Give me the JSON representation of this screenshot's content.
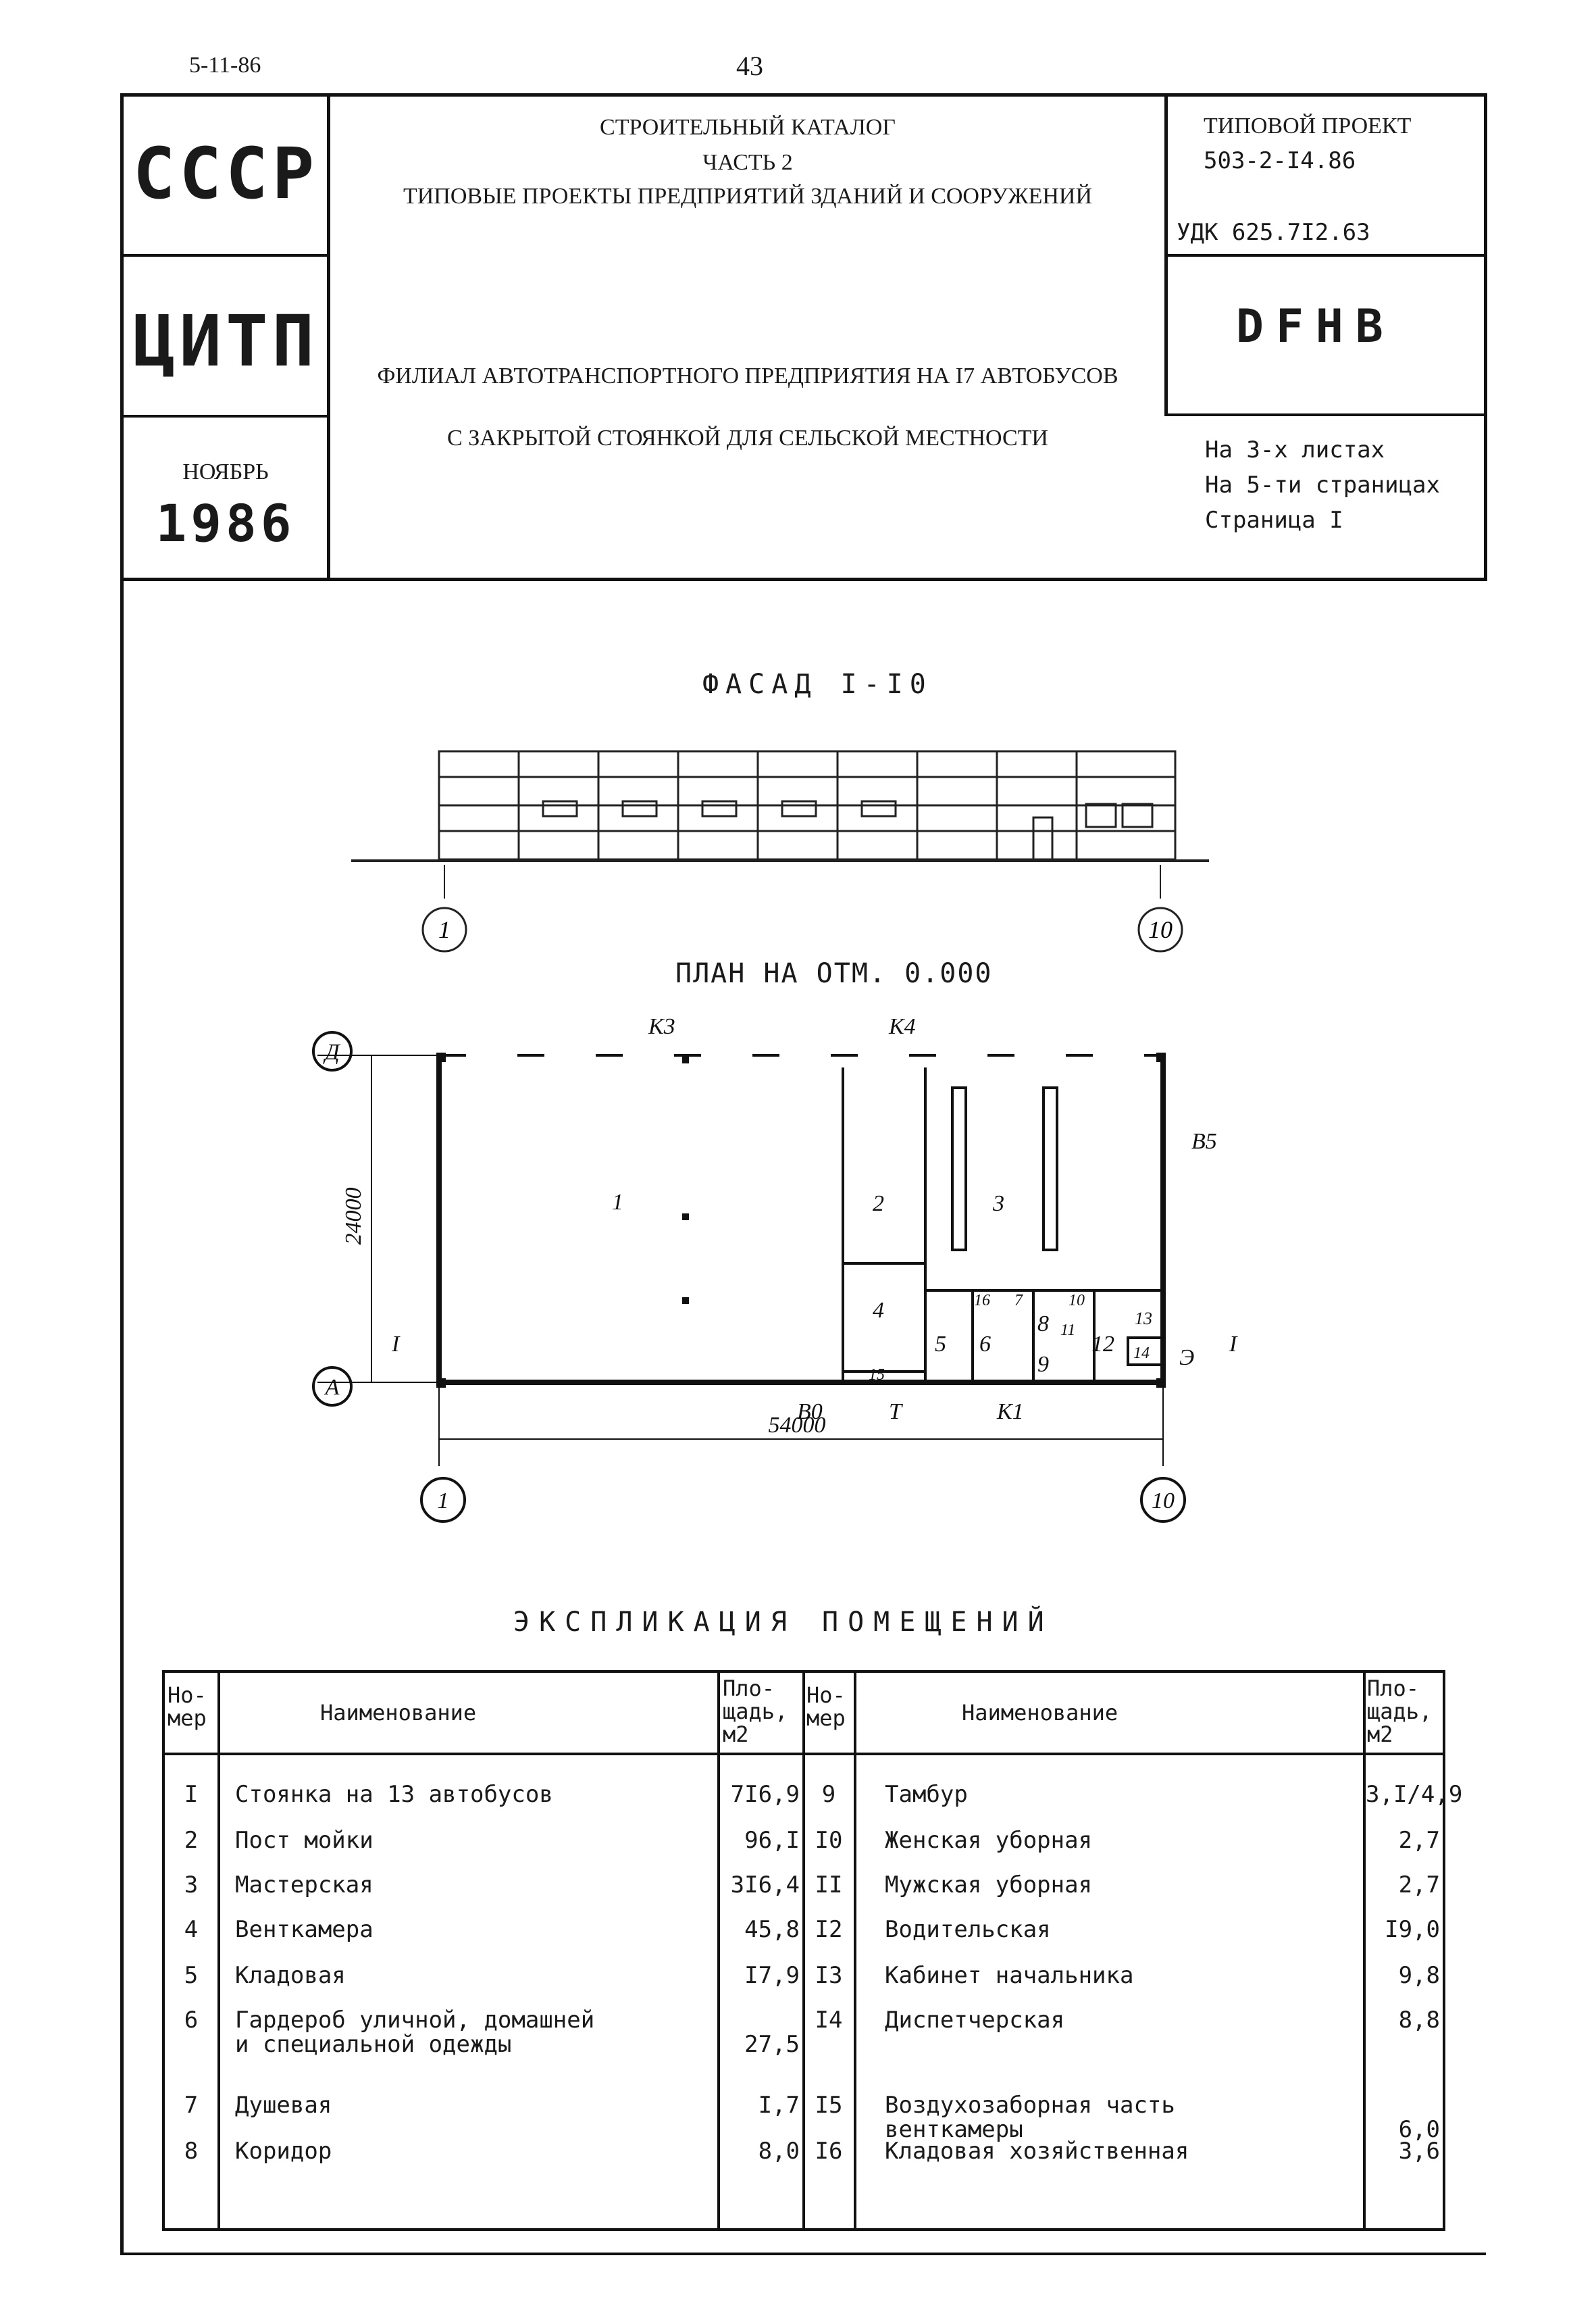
{
  "top": {
    "date": "5-11-86",
    "page_number": "43"
  },
  "stamp": {
    "country": "СССР",
    "catalog_line1": "СТРОИТЕЛЬНЫЙ КАТАЛОГ",
    "catalog_line2": "ЧАСТЬ 2",
    "catalog_line3": "ТИПОВЫЕ ПРОЕКТЫ ПРЕДПРИЯТИЙ ЗДАНИЙ И СООРУЖЕНИЙ",
    "project_label": "ТИПОВОЙ ПРОЕКТ",
    "project_number": "503-2-I4.86",
    "udk": "УДК 625.7I2.63",
    "org": "ЦИТП",
    "code": "DFHB",
    "title_line1": "ФИЛИАЛ АВТОТРАНСПОРТНОГО ПРЕДПРИЯТИЯ НА I7 АВТОБУСОВ",
    "title_line2": "С ЗАКРЫТОЙ СТОЯНКОЙ ДЛЯ СЕЛЬСКОЙ МЕСТНОСТИ",
    "month": "НОЯБРЬ",
    "year": "1986",
    "sheets": "На 3-х листах",
    "pages": "На 5-ти страницах",
    "page": "Страница I"
  },
  "facade": {
    "caption": "ФАСАД I-I0",
    "axis_left": "1",
    "axis_right": "10"
  },
  "plan": {
    "caption": "ПЛАН НА ОТМ. 0.000",
    "axis_top": "Д",
    "axis_bottom": "А",
    "axis_left": "1",
    "axis_right": "10",
    "dim_height": "24000",
    "dim_width": "54000",
    "markers": {
      "k3": "К3",
      "k4": "К4",
      "b5": "В5",
      "b0": "В0",
      "t": "Т",
      "k1": "К1",
      "e": "Э",
      "section_left": "I",
      "section_right": "I"
    },
    "room_labels": [
      "1",
      "2",
      "3",
      "4",
      "5",
      "6",
      "8",
      "9",
      "10",
      "11",
      "12",
      "13",
      "14",
      "15",
      "16",
      "7"
    ]
  },
  "explication": {
    "title": "ЭКСПЛИКАЦИЯ ПОМЕЩЕНИЙ",
    "headers": {
      "number": "Но-\nмер",
      "name": "Наименование",
      "area": "Пло-\nщадь,\nм2"
    },
    "left_rows": [
      {
        "n": "I",
        "name": "Стоянка на 13 автобусов",
        "area": "7I6,9"
      },
      {
        "n": "2",
        "name": "Пост мойки",
        "area": "96,I"
      },
      {
        "n": "3",
        "name": "Мастерская",
        "area": "3I6,4"
      },
      {
        "n": "4",
        "name": "Венткамера",
        "area": "45,8"
      },
      {
        "n": "5",
        "name": "Кладовая",
        "area": "I7,9"
      },
      {
        "n": "6",
        "name": "Гардероб уличной, домашней\nи специальной одежды",
        "area": "27,5"
      },
      {
        "n": "7",
        "name": "Душевая",
        "area": "I,7"
      },
      {
        "n": "8",
        "name": "Коридор",
        "area": "8,0"
      }
    ],
    "right_rows": [
      {
        "n": "9",
        "name": "Тамбур",
        "area": "3,I/4,9"
      },
      {
        "n": "I0",
        "name": "Женская уборная",
        "area": "2,7"
      },
      {
        "n": "II",
        "name": "Мужская уборная",
        "area": "2,7"
      },
      {
        "n": "I2",
        "name": "Водительская",
        "area": "I9,0"
      },
      {
        "n": "I3",
        "name": "Кабинет начальника",
        "area": "9,8"
      },
      {
        "n": "I4",
        "name": "Диспетчерская",
        "area": "8,8"
      },
      {
        "n": "I5",
        "name": "Воздухозаборная часть\nвенткамеры",
        "area": "6,0"
      },
      {
        "n": "I6",
        "name": "Кладовая хозяйственная",
        "area": "3,6"
      }
    ]
  }
}
